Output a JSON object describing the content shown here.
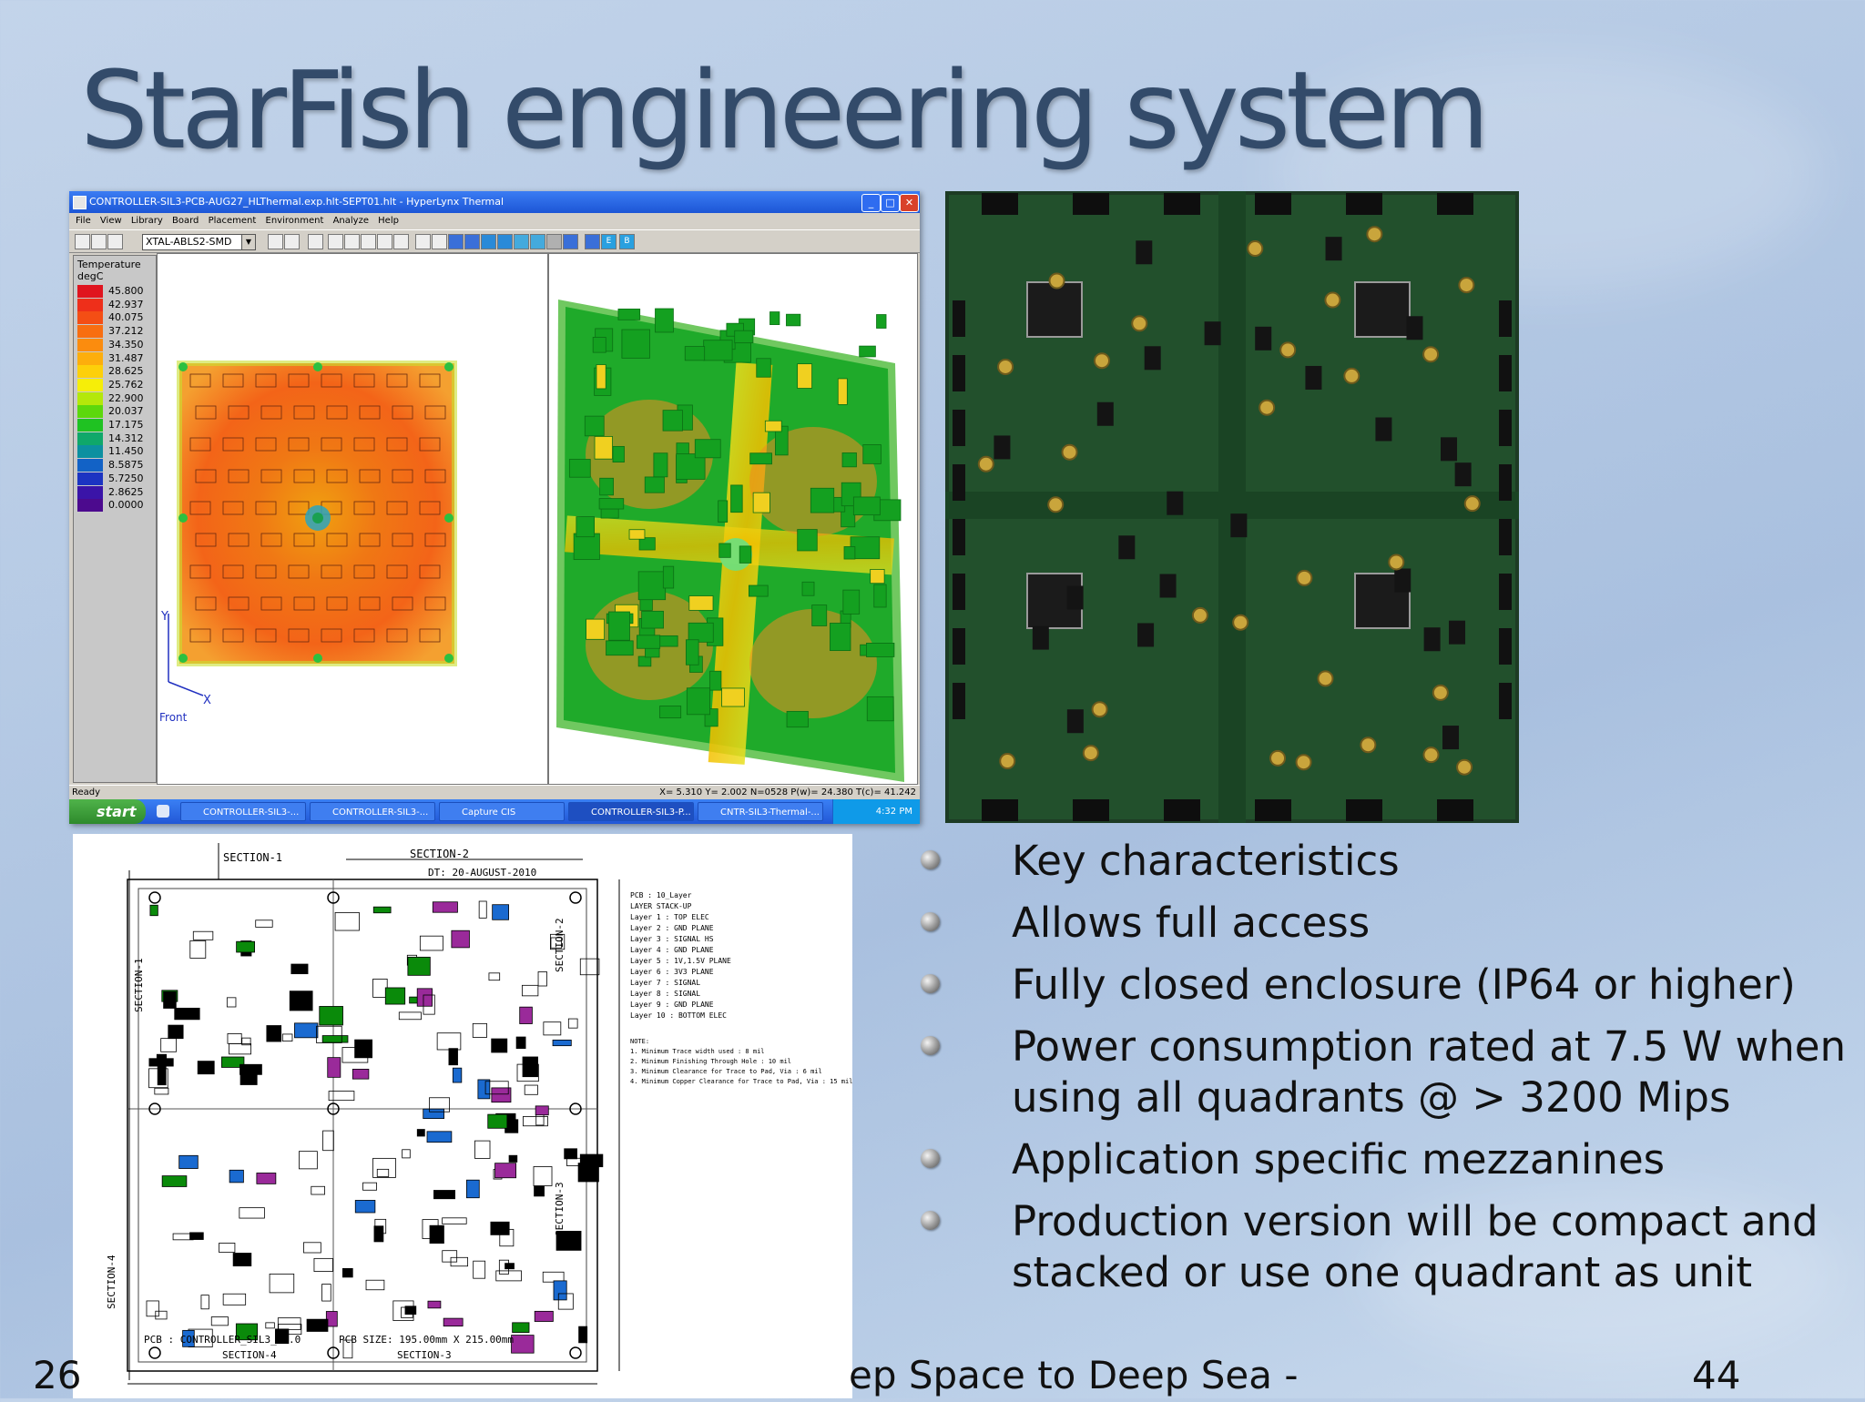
{
  "slide": {
    "title": "StarFish engineering system",
    "bullets": [
      "Key characteristics",
      "Allows full access",
      "Fully closed enclosure (IP64 or higher)",
      "Power consumption rated at 7.5 W when using all quadrants @ > 3200 Mips",
      "Application specific mezzanines",
      "Production version will be compact and stacked or use one quadrant as unit"
    ],
    "footer": {
      "date": "26",
      "center": "ep Space to Deep Sea -",
      "page": "44"
    }
  },
  "hyperlynx": {
    "title": "CONTROLLER-SIL3-PCB-AUG27_HLThermal.exp.hlt-SEPT01.hlt - HyperLynx Thermal",
    "menu": [
      "File",
      "View",
      "Library",
      "Board",
      "Placement",
      "Environment",
      "Analyze",
      "Help"
    ],
    "part_select": "XTAL-ABLS2-SMD",
    "legend": {
      "title_line1": "Temperature",
      "title_line2": "degC",
      "entries": [
        {
          "value": "45.800",
          "color": "#e0141e"
        },
        {
          "value": "42.937",
          "color": "#ee2f1a"
        },
        {
          "value": "40.075",
          "color": "#f44e14"
        },
        {
          "value": "37.212",
          "color": "#f86e10"
        },
        {
          "value": "34.350",
          "color": "#fb8c0e"
        },
        {
          "value": "31.487",
          "color": "#fdae0c"
        },
        {
          "value": "28.625",
          "color": "#fdd00a"
        },
        {
          "value": "25.762",
          "color": "#f6ee08"
        },
        {
          "value": "22.900",
          "color": "#b4e80a"
        },
        {
          "value": "20.037",
          "color": "#5cd80c"
        },
        {
          "value": "17.175",
          "color": "#1fc222"
        },
        {
          "value": "14.312",
          "color": "#0fa86a"
        },
        {
          "value": "11.450",
          "color": "#0c90a0"
        },
        {
          "value": "8.5875",
          "color": "#1262c6"
        },
        {
          "value": "5.7250",
          "color": "#1c34c2"
        },
        {
          "value": "2.8625",
          "color": "#3a14a8"
        },
        {
          "value": "0.0000",
          "color": "#4c0a8e"
        }
      ]
    },
    "axis_y": "Y",
    "axis_x": "X",
    "view_label": "Front",
    "status_ready": "Ready",
    "status_coords": "X= 5.310 Y= 2.002 N=0528 P(w)= 24.380 T(c)= 41.242",
    "taskbar": {
      "start": "start",
      "tasks": [
        "CONTROLLER-SIL3-...",
        "CONTROLLER-SIL3-...",
        "Capture CIS",
        "CONTROLLER-SIL3-P...",
        "CNTR-SIL3-Thermal-..."
      ],
      "time": "4:32 PM"
    }
  },
  "drawing": {
    "section_1": "SECTION-1",
    "section_2": "SECTION-2",
    "section_3": "SECTION-3",
    "section_4": "SECTION-4",
    "date": "DT: 20-AUGUST-2010",
    "pcb_name": "PCB : CONTROLLER_SIL3_V1.0",
    "pcb_size": "PCB SIZE: 195.00mm X 215.00mm",
    "stackup_lines": [
      "PCB : 10_Layer",
      "LAYER STACK-UP",
      "Layer 1  : TOP ELEC",
      "Layer 2  : GND PLANE",
      "Layer 3  : SIGNAL HS",
      "Layer 4  : GND PLANE",
      "Layer 5  : 1V,1.5V PLANE",
      "Layer 6  : 3V3 PLANE",
      "Layer 7  : SIGNAL",
      "Layer 8  : SIGNAL",
      "Layer 9  : GND PLANE",
      "Layer 10 : BOTTOM ELEC"
    ],
    "note_lines": [
      "NOTE:",
      "1. Minimum Trace width used : 8 mil",
      "2. Minimum Finishing Through Hole : 10 mil",
      "3. Minimum Clearance for Trace to Pad, Via  : 6 mil",
      "4. Minimum Copper Clearance for Trace to Pad, Via  : 15 mil"
    ]
  },
  "icons": {
    "bullet": "sphere-bullet-icon",
    "window_controls": [
      "minimize-icon",
      "maximize-icon",
      "close-icon"
    ]
  }
}
